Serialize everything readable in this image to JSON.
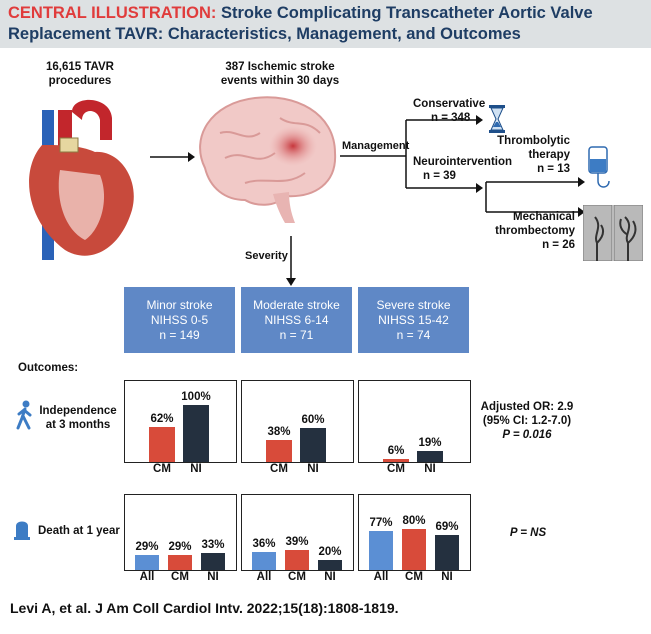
{
  "title": {
    "lead": "CENTRAL ILLUSTRATION:",
    "text": " Stroke Complicating Transcatheter Aortic Valve Replacement TAVR: Characteristics, Management, and Outcomes"
  },
  "flow": {
    "procedures": [
      "16,615 TAVR",
      "procedures"
    ],
    "events": [
      "387 Ischemic stroke",
      "events within 30 days"
    ],
    "management_label": "Management",
    "severity_label": "Severity",
    "conservative": [
      "Conservative",
      "n = 348"
    ],
    "neurointervention": [
      "Neurointervention",
      "n = 39"
    ],
    "thrombolytic": [
      "Thrombolytic",
      "therapy",
      "n = 13"
    ],
    "mechanical": [
      "Mechanical",
      "thrombectomy",
      "n = 26"
    ]
  },
  "severity_boxes": [
    {
      "name": "Minor stroke",
      "scale": "NIHSS 0-5",
      "n": "n = 149"
    },
    {
      "name": "Moderate stroke",
      "scale": "NIHSS 6-14",
      "n": "n = 71"
    },
    {
      "name": "Severe stroke",
      "scale": "NIHSS 15-42",
      "n": "n = 74"
    }
  ],
  "outcomes_label": "Outcomes:",
  "rows": {
    "independence": {
      "label": [
        "Independence",
        "at 3 months"
      ],
      "stat": [
        "Adjusted OR: 2.9",
        "(95% CI: 1.2-7.0)",
        "P = 0.016"
      ]
    },
    "death": {
      "label": "Death at 1 year",
      "stat": "P = NS"
    }
  },
  "colors": {
    "All": "#5b8fd4",
    "CM": "#d84b3a",
    "NI": "#24303f",
    "box": "#5f88c6",
    "title_lead": "#e03c3c",
    "title": "#1e3d64"
  },
  "chart_data": [
    {
      "type": "bar",
      "row": "Independence at 3 months",
      "panel": "Minor stroke",
      "categories": [
        "CM",
        "NI"
      ],
      "values": [
        62,
        100
      ],
      "labels": [
        "62%",
        "100%"
      ],
      "ylim": [
        0,
        100
      ]
    },
    {
      "type": "bar",
      "row": "Independence at 3 months",
      "panel": "Moderate stroke",
      "categories": [
        "CM",
        "NI"
      ],
      "values": [
        38,
        60
      ],
      "labels": [
        "38%",
        "60%"
      ],
      "ylim": [
        0,
        100
      ]
    },
    {
      "type": "bar",
      "row": "Independence at 3 months",
      "panel": "Severe stroke",
      "categories": [
        "CM",
        "NI"
      ],
      "values": [
        6,
        19
      ],
      "labels": [
        "6%",
        "19%"
      ],
      "ylim": [
        0,
        100
      ]
    },
    {
      "type": "bar",
      "row": "Death at 1 year",
      "panel": "Minor stroke",
      "categories": [
        "All",
        "CM",
        "NI"
      ],
      "values": [
        29,
        29,
        33
      ],
      "labels": [
        "29%",
        "29%",
        "33%"
      ],
      "ylim": [
        0,
        100
      ]
    },
    {
      "type": "bar",
      "row": "Death at 1 year",
      "panel": "Moderate stroke",
      "categories": [
        "All",
        "CM",
        "NI"
      ],
      "values": [
        36,
        39,
        20
      ],
      "labels": [
        "36%",
        "39%",
        "20%"
      ],
      "ylim": [
        0,
        100
      ]
    },
    {
      "type": "bar",
      "row": "Death at 1 year",
      "panel": "Severe stroke",
      "categories": [
        "All",
        "CM",
        "NI"
      ],
      "values": [
        77,
        80,
        69
      ],
      "labels": [
        "77%",
        "80%",
        "69%"
      ],
      "ylim": [
        0,
        100
      ]
    }
  ],
  "citation": "Levi A, et al. J Am Coll Cardiol Intv. 2022;15(18):1808-1819."
}
